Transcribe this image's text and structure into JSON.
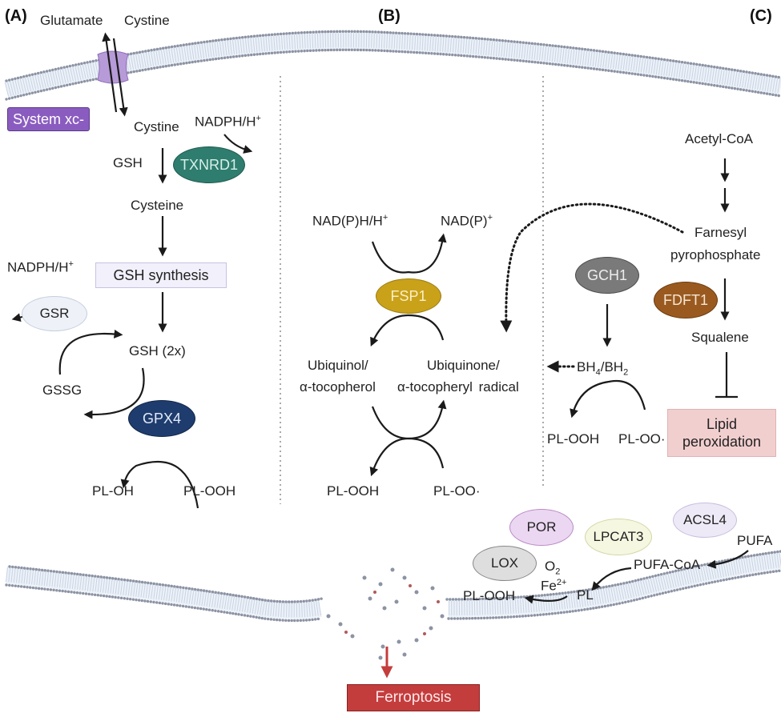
{
  "panels": {
    "a": "(A)",
    "b": "(B)",
    "c": "(C)"
  },
  "colors": {
    "system_xc": "#8a5cc0",
    "txnrd1": "#2e7d6e",
    "gsr": "#eef2f8",
    "gpx4": "#1f3c6e",
    "fsp1": "#c9a21a",
    "gch1": "#7a7a7a",
    "fdft1": "#9a5a1f",
    "lipid_peroxidation": "#f2cfcf",
    "ferroptosis": "#c43d3d",
    "por": "#ecd7f2",
    "lpcat3": "#f6f7e1",
    "acsl4": "#eee9f6",
    "lox": "#dedede",
    "membrane": "#8c93a3"
  },
  "panel_a": {
    "glutamate": "Glutamate",
    "cystine_out": "Cystine",
    "system_xc": "System xc-",
    "cystine_in": "Cystine",
    "nadph": "NADPH/H",
    "nadph_sup": "+",
    "gsh_side": "GSH",
    "txnrd1": "TXNRD1",
    "cysteine": "Cysteine",
    "gsh_synthesis": "GSH synthesis",
    "nadph2": "NADPH/H",
    "nadph2_sup": "+",
    "gsr": "GSR",
    "gsh_2x": "GSH (2x)",
    "gssg": "GSSG",
    "gpx4": "GPX4",
    "pl_oh": "PL-OH",
    "pl_ooh": "PL-OOH"
  },
  "panel_b": {
    "nadph": "NAD(P)H/H",
    "nadph_sup": "+",
    "nadp": "NAD(P)",
    "nadp_sup": "+",
    "fsp1": "FSP1",
    "ubiquinol_1": "Ubiquinol/",
    "ubiquinol_2": "α-tocopherol",
    "ubiquinone_1": "Ubiquinone/",
    "ubiquinone_2": "α-tocopheryl  radical",
    "pl_ooh": "PL-OOH",
    "pl_oo": "PL-OO",
    "pl_oo_dot": "·"
  },
  "panel_c": {
    "acetyl_coa": "Acetyl-CoA",
    "farnesyl_1": "Farnesyl",
    "farnesyl_2": "pyrophosphate",
    "gch1": "GCH1",
    "fdft1": "FDFT1",
    "squalene": "Squalene",
    "bh4": "BH",
    "bh4_sub": "4",
    "bh2": "/BH",
    "bh2_sub": "2",
    "pl_ooh": "PL-OOH",
    "pl_oo": "PL-OO",
    "pl_oo_dot": "·",
    "lipid_peroxidation_1": "Lipid",
    "lipid_peroxidation_2": "peroxidation"
  },
  "bottom": {
    "por": "POR",
    "lpcat3": "LPCAT3",
    "acsl4": "ACSL4",
    "pufa": "PUFA",
    "lox": "LOX",
    "o2": "O",
    "o2_sub": "2",
    "fe": "Fe",
    "fe_sup": "2+",
    "pufa_coa": "PUFA-CoA",
    "pl": "PL",
    "pl_ooh": "PL-OOH",
    "ferroptosis": "Ferroptosis"
  }
}
